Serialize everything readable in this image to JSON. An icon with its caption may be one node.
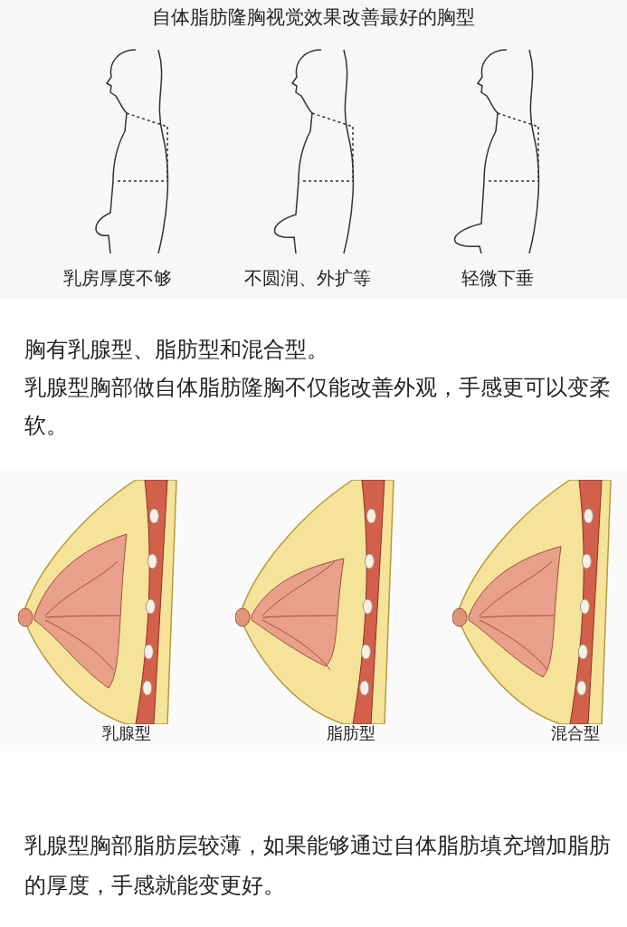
{
  "diagram": {
    "title": "自体脂肪隆胸视觉效果改善最好的胸型",
    "labels": [
      "乳房厚度不够",
      "不圆润、外扩等",
      "轻微下垂",
      "胸有乳腺型、脂肪型和混合型。",
      "乳腺型胸部做自体脂肪隆胸不仅能改善外观，手感更可以变柔软。",
      "乳腺型",
      "脂肪型",
      "混合型",
      "乳腺型胸部脂肪层较薄，如果能够通过自体脂肪填充增加脂肪的厚度，手感就能变更好。"
    ]
  }
}
